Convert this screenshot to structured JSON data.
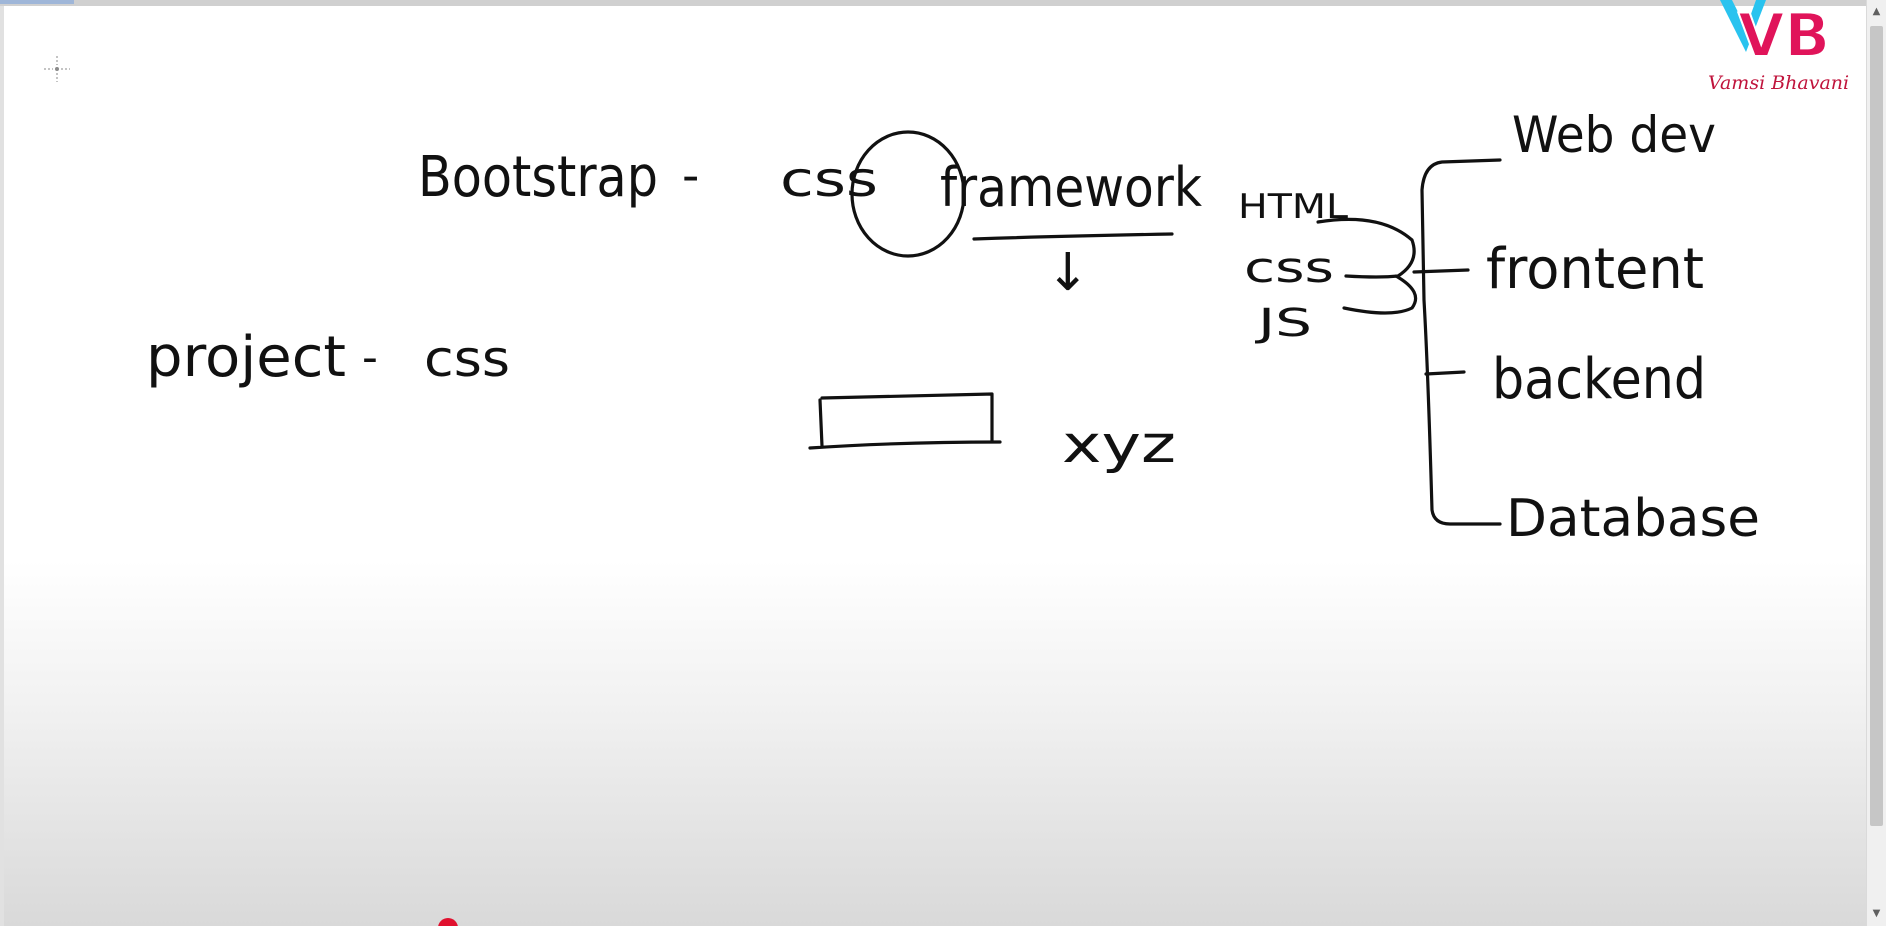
{
  "logo": {
    "monogram": "VB",
    "caption": "Vamsi Bhavani",
    "colors": {
      "primary": "#e0145a",
      "secondary": "#29c3ef",
      "caption": "#c0143c"
    }
  },
  "whiteboard": {
    "heading_term": "Bootstrap",
    "heading_dash": "-",
    "circled_word": "css",
    "framework_word": "framework",
    "arrow_glyph": "↓",
    "xyz_label": "xyz",
    "project_line": {
      "word": "project",
      "dash": "-",
      "value": "css"
    },
    "stack": [
      "HTML",
      "css",
      "JS"
    ],
    "branches": [
      "Web dev",
      "frontent",
      "backend",
      "Database"
    ],
    "ink_color": "#111111"
  },
  "scrollbar": {
    "up_icon": "▲",
    "down_icon": "▼"
  },
  "pointer": {
    "color": "#e0102e"
  }
}
